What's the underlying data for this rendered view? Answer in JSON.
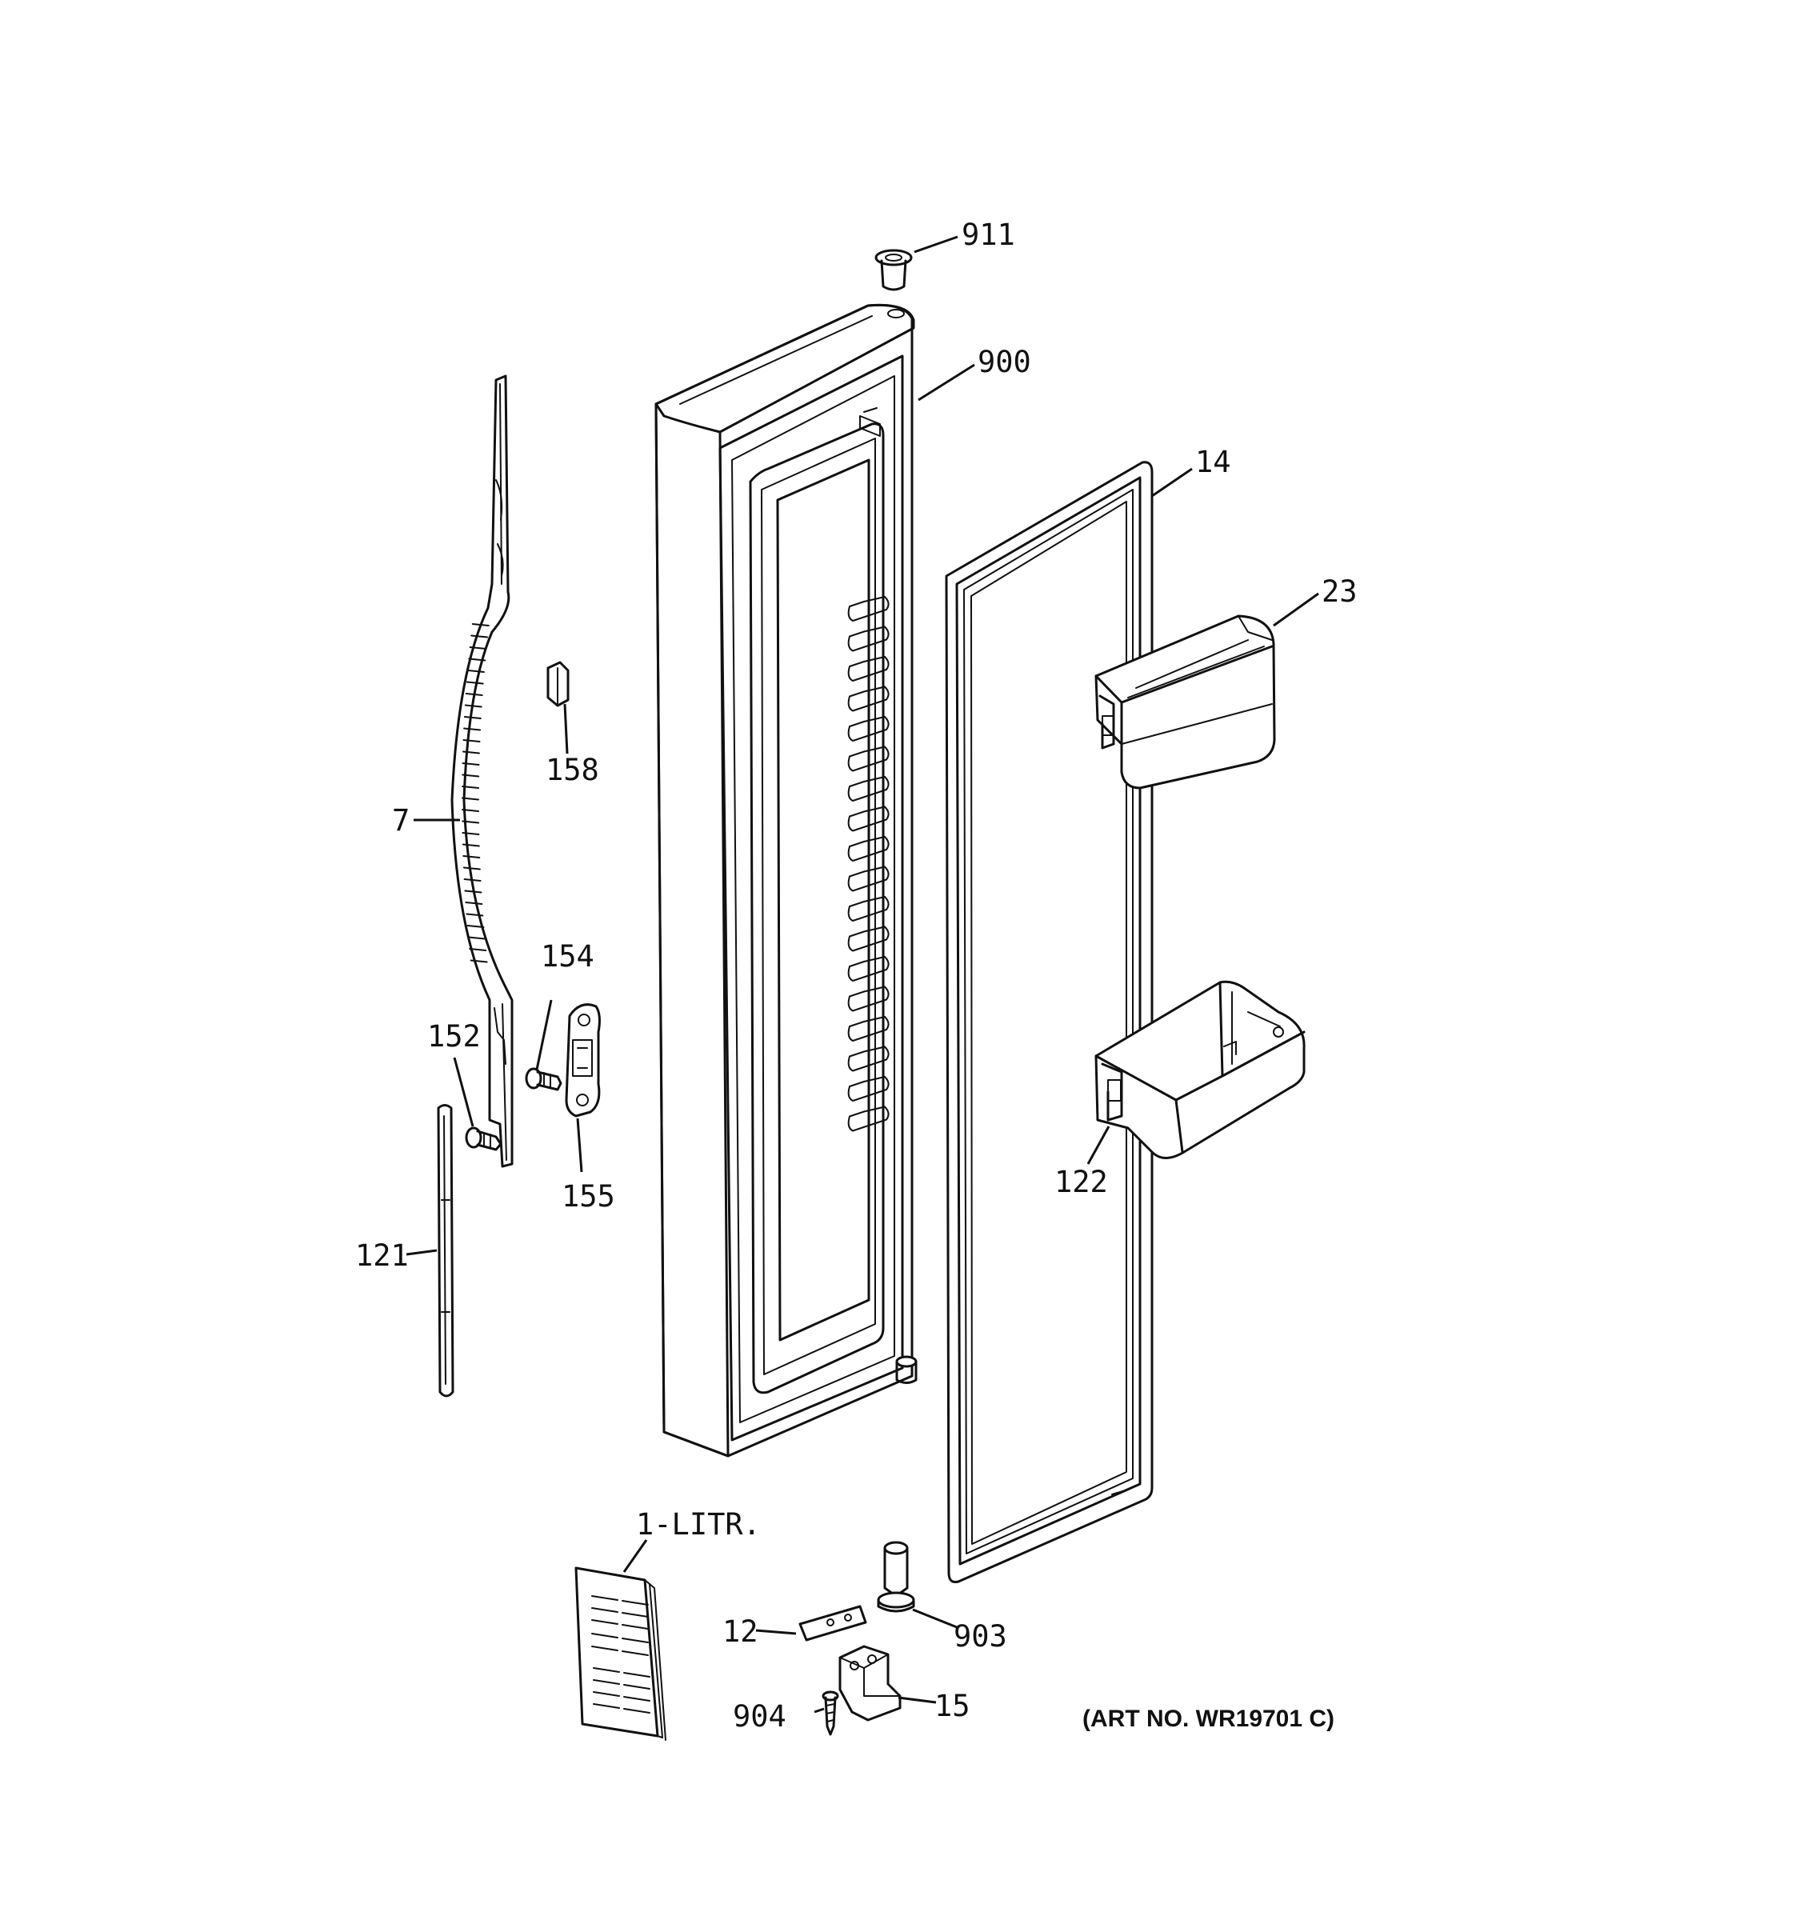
{
  "labels": {
    "p911": "911",
    "p900": "900",
    "p14": "14",
    "p23": "23",
    "p158": "158",
    "p7": "7",
    "p154": "154",
    "p152": "152",
    "p155": "155",
    "p122": "122",
    "p121": "121",
    "p1litr": "1-LITR.",
    "p12": "12",
    "p903": "903",
    "p904": "904",
    "p15": "15"
  },
  "art_number": "(ART NO. WR19701 C)"
}
